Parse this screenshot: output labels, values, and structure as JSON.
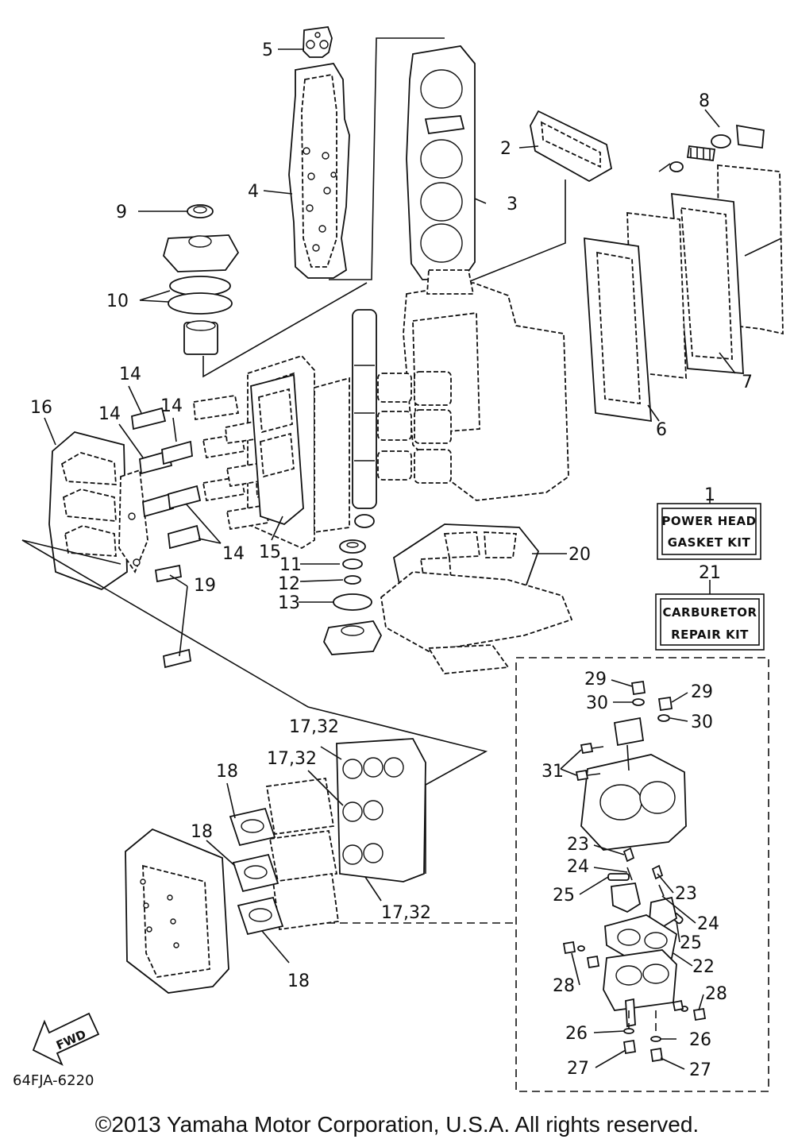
{
  "callouts": {
    "c1": "1",
    "c2": "2",
    "c3": "3",
    "c4": "4",
    "c5": "5",
    "c6": "6",
    "c7": "7",
    "c8": "8",
    "c9": "9",
    "c10": "10",
    "c11": "11",
    "c12": "12",
    "c13": "13",
    "c14a": "14",
    "c14b": "14",
    "c14c": "14",
    "c14d": "14",
    "c15": "15",
    "c16": "16",
    "c17a": "17,32",
    "c17b": "17,32",
    "c17c": "17,32",
    "c18a": "18",
    "c18b": "18",
    "c18c": "18",
    "c19": "19",
    "c20": "20",
    "c21": "21",
    "c22": "22",
    "c23a": "23",
    "c23b": "23",
    "c24a": "24",
    "c24b": "24",
    "c25a": "25",
    "c25b": "25",
    "c26a": "26",
    "c26b": "26",
    "c27a": "27",
    "c27b": "27",
    "c28a": "28",
    "c28b": "28",
    "c29a": "29",
    "c29b": "29",
    "c30a": "30",
    "c30b": "30",
    "c31": "31"
  },
  "kits": {
    "power_head_line1": "POWER HEAD",
    "power_head_line2": "GASKET KIT",
    "carburetor_line1": "CARBURETOR",
    "carburetor_line2": "REPAIR KIT"
  },
  "fwd_label": "FWD",
  "diagram_code": "64FJA-6220",
  "copyright": "©2013 Yamaha Motor Corporation, U.S.A. All rights reserved."
}
